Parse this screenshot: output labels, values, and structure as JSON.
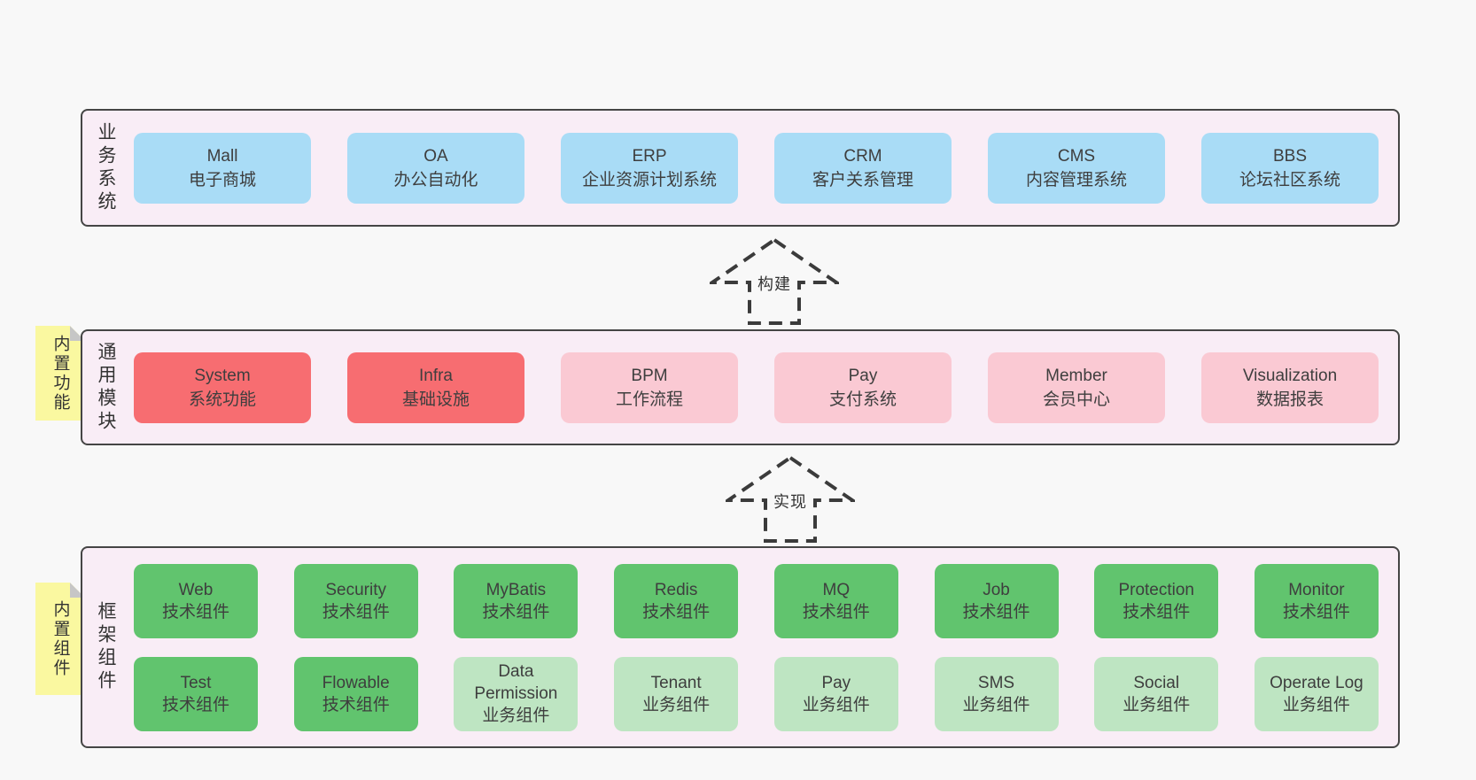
{
  "colors": {
    "page_bg": "#f8f8f8",
    "band_bg": "#f9edf6",
    "band_border": "#454545",
    "box_blue": "#a9dcf6",
    "box_red": "#f76d71",
    "box_pink": "#fac9d3",
    "box_green_dark": "#61c46e",
    "box_green_light": "#bee5c2",
    "note_yellow": "#faf8a0",
    "fold_gray": "#c6c6c6",
    "text": "#3e3e3e",
    "arrow_dash": "#3b3b3b"
  },
  "arrows": [
    {
      "label": "构建"
    },
    {
      "label": "实现"
    }
  ],
  "bands": [
    {
      "label": "业务系统",
      "items": [
        {
          "name": "Mall",
          "desc": "电子商城",
          "variant": "blue"
        },
        {
          "name": "OA",
          "desc": "办公自动化",
          "variant": "blue"
        },
        {
          "name": "ERP",
          "desc": "企业资源计划系统",
          "variant": "blue"
        },
        {
          "name": "CRM",
          "desc": "客户关系管理",
          "variant": "blue"
        },
        {
          "name": "CMS",
          "desc": "内容管理系统",
          "variant": "blue"
        },
        {
          "name": "BBS",
          "desc": "论坛社区系统",
          "variant": "blue"
        }
      ]
    },
    {
      "label": "通用模块",
      "note": "内置功能",
      "items": [
        {
          "name": "System",
          "desc": "系统功能",
          "variant": "red"
        },
        {
          "name": "Infra",
          "desc": "基础设施",
          "variant": "red"
        },
        {
          "name": "BPM",
          "desc": "工作流程",
          "variant": "pink"
        },
        {
          "name": "Pay",
          "desc": "支付系统",
          "variant": "pink"
        },
        {
          "name": "Member",
          "desc": "会员中心",
          "variant": "pink"
        },
        {
          "name": "Visualization",
          "desc": "数据报表",
          "variant": "pink"
        }
      ]
    },
    {
      "label": "框架组件",
      "note": "内置组件",
      "rows": [
        [
          {
            "name": "Web",
            "desc": "技术组件",
            "variant": "green-dark"
          },
          {
            "name": "Security",
            "desc": "技术组件",
            "variant": "green-dark"
          },
          {
            "name": "MyBatis",
            "desc": "技术组件",
            "variant": "green-dark"
          },
          {
            "name": "Redis",
            "desc": "技术组件",
            "variant": "green-dark"
          },
          {
            "name": "MQ",
            "desc": "技术组件",
            "variant": "green-dark"
          },
          {
            "name": "Job",
            "desc": "技术组件",
            "variant": "green-dark"
          },
          {
            "name": "Protection",
            "desc": "技术组件",
            "variant": "green-dark"
          },
          {
            "name": "Monitor",
            "desc": "技术组件",
            "variant": "green-dark"
          }
        ],
        [
          {
            "name": "Test",
            "desc": "技术组件",
            "variant": "green-dark"
          },
          {
            "name": "Flowable",
            "desc": "技术组件",
            "variant": "green-dark"
          },
          {
            "name": "Data Permission",
            "desc": "业务组件",
            "variant": "green-light"
          },
          {
            "name": "Tenant",
            "desc": "业务组件",
            "variant": "green-light"
          },
          {
            "name": "Pay",
            "desc": "业务组件",
            "variant": "green-light"
          },
          {
            "name": "SMS",
            "desc": "业务组件",
            "variant": "green-light"
          },
          {
            "name": "Social",
            "desc": "业务组件",
            "variant": "green-light"
          },
          {
            "name": "Operate Log",
            "desc": "业务组件",
            "variant": "green-light"
          }
        ]
      ]
    }
  ]
}
